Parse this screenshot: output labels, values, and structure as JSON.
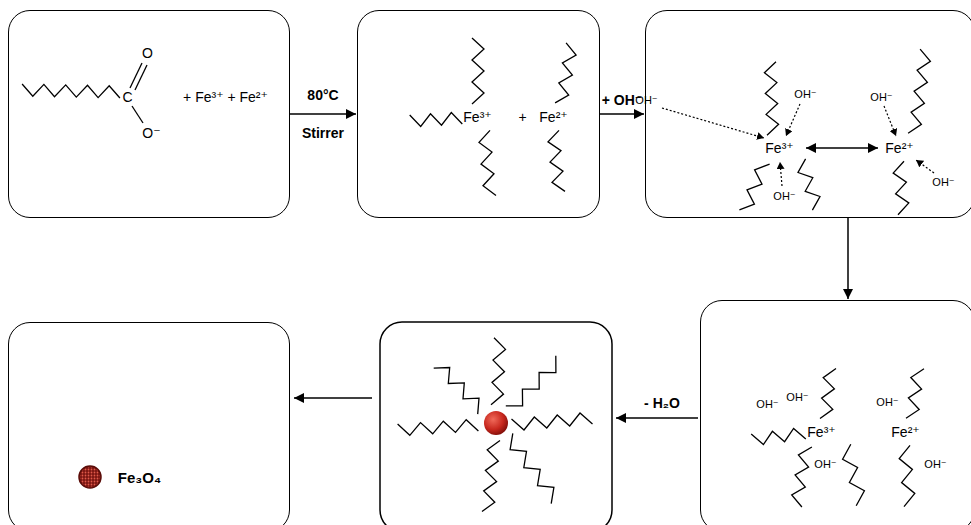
{
  "diagram": {
    "nodes": [
      {
        "text": [
          "O",
          "C",
          "O⁻",
          "+ Fe³⁺ + Fe²⁺"
        ]
      },
      {
        "text": [
          "Fe³⁺",
          "+",
          "Fe²⁺"
        ]
      },
      {
        "text": [
          "OH⁻",
          "OH⁻",
          "OH⁻",
          "Fe³⁺",
          "Fe²⁺",
          "OH⁻",
          "OH⁻"
        ]
      },
      {
        "text": [
          "Fe₃O₄"
        ]
      },
      {
        "text": [
          "OH⁻",
          "OH⁻",
          "OH⁻",
          "Fe³⁺",
          "Fe²⁺",
          "OH⁻",
          "OH⁻"
        ]
      }
    ],
    "edges": [
      {
        "from": 0,
        "to": 1,
        "label": "80°C Stirrer",
        "arrow": "to"
      },
      {
        "from": 1,
        "to": 2,
        "label": "+ OH⁻",
        "arrow": "to"
      },
      {
        "from": 2,
        "to": 4,
        "arrow": "to"
      }
    ],
    "labels": [
      "- H₂O"
    ]
  }
}
